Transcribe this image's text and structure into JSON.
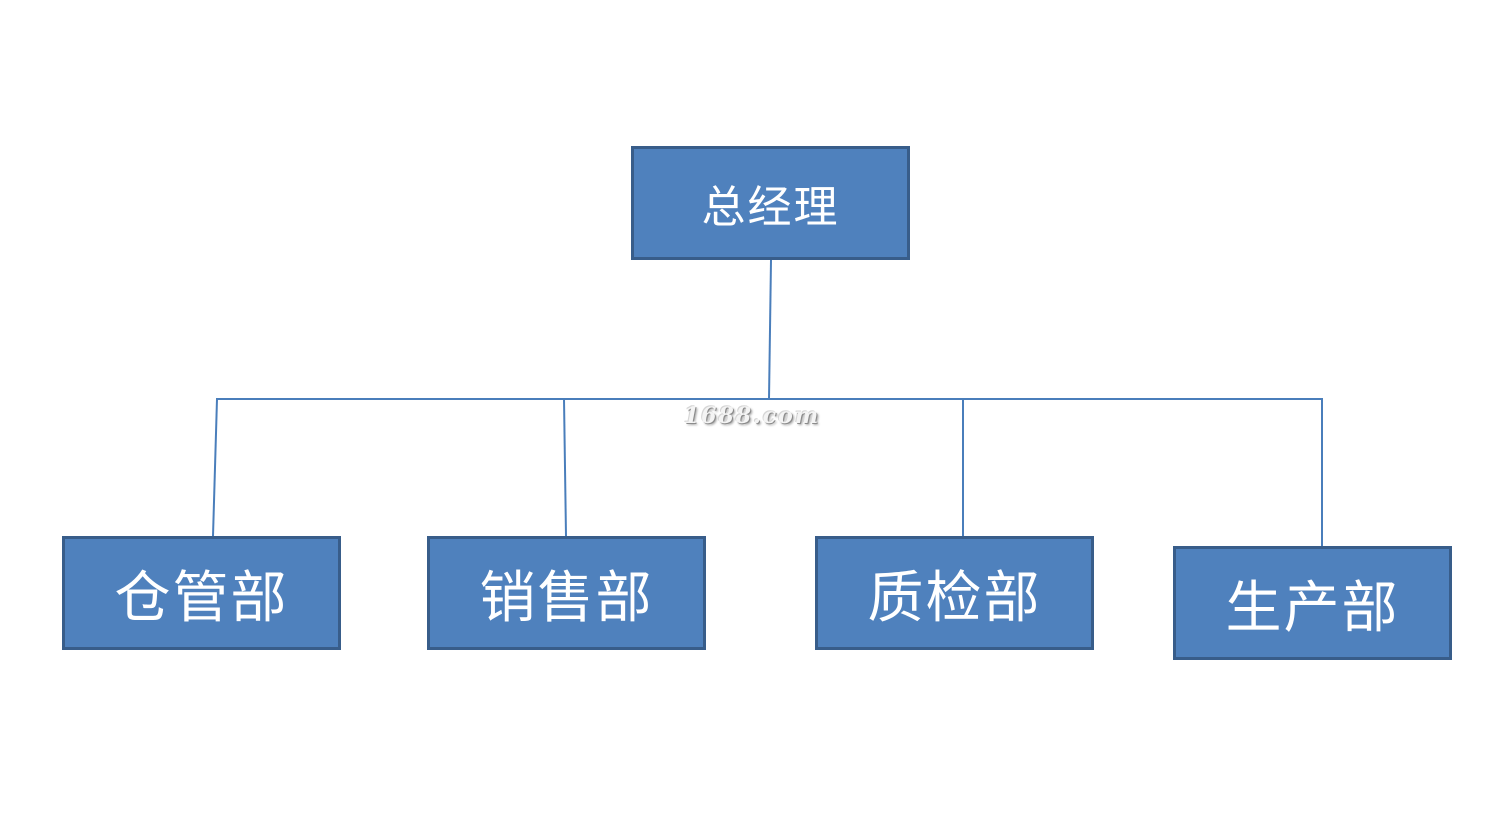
{
  "org_chart": {
    "root": {
      "label": "总经理"
    },
    "departments": [
      {
        "label": "仓管部"
      },
      {
        "label": "销售部"
      },
      {
        "label": "质检部"
      },
      {
        "label": "生产部"
      }
    ]
  },
  "watermark": {
    "text": "1688.com"
  },
  "colors": {
    "box_fill": "#4f81bd",
    "box_border": "#385d8a",
    "connector": "#4a7ebb",
    "text": "#ffffff"
  }
}
